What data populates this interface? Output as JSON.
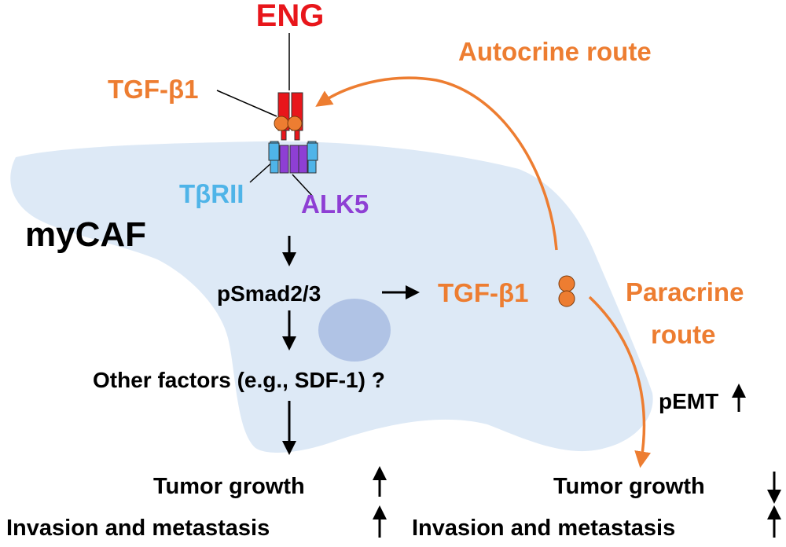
{
  "labels": {
    "eng": "ENG",
    "tgfb1_receptor": "TGF-β1",
    "tbrii": "TβRII",
    "alk5": "ALK5",
    "mycaf": "myCAF",
    "psmad": "pSmad2/3",
    "tgfb1_secreted": "TGF-β1",
    "autocrine": "Autocrine route",
    "paracrine_line1": "Paracrine",
    "paracrine_line2": "route",
    "other_factors": "Other factors (e.g., SDF-1) ?",
    "pemt": "pEMT",
    "tumor_growth_left": "Tumor growth",
    "invasion_left": "Invasion and metastasis",
    "tumor_growth_right": "Tumor growth",
    "invasion_right": "Invasion and metastasis"
  },
  "colors": {
    "eng": "#e8161b",
    "tgf": "#ed7d31",
    "tbrii": "#4fb4e8",
    "alk5": "#8e3fd4",
    "cell": "#dde9f6",
    "nucleus": "#a8bce2",
    "text": "#000000"
  }
}
